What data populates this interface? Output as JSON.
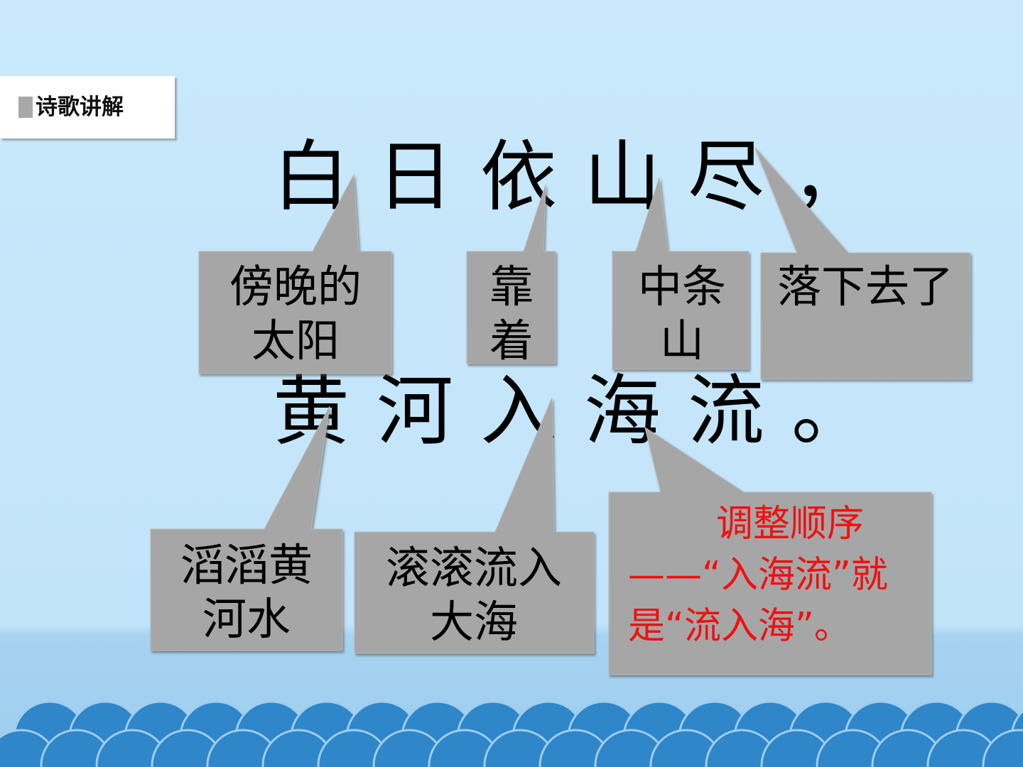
{
  "section": {
    "title": "诗歌讲解"
  },
  "poem": {
    "line1": "白日依山尽，",
    "line2": "黄河入海流。"
  },
  "callouts": {
    "bai_ri": "傍晚的太阳",
    "yi": "靠着",
    "shan": "中条山",
    "jin": "落下去了",
    "huang_he": "滔滔黄河水",
    "ru_hai": "滚滚流入大海",
    "note": "调整顺序——“入海流”就是“流入海”。"
  },
  "colors": {
    "background": "#c6e6fa",
    "callout_gray": "#a6a6a6",
    "note_red": "#f01010",
    "wave_blue": "#2f86c9"
  }
}
